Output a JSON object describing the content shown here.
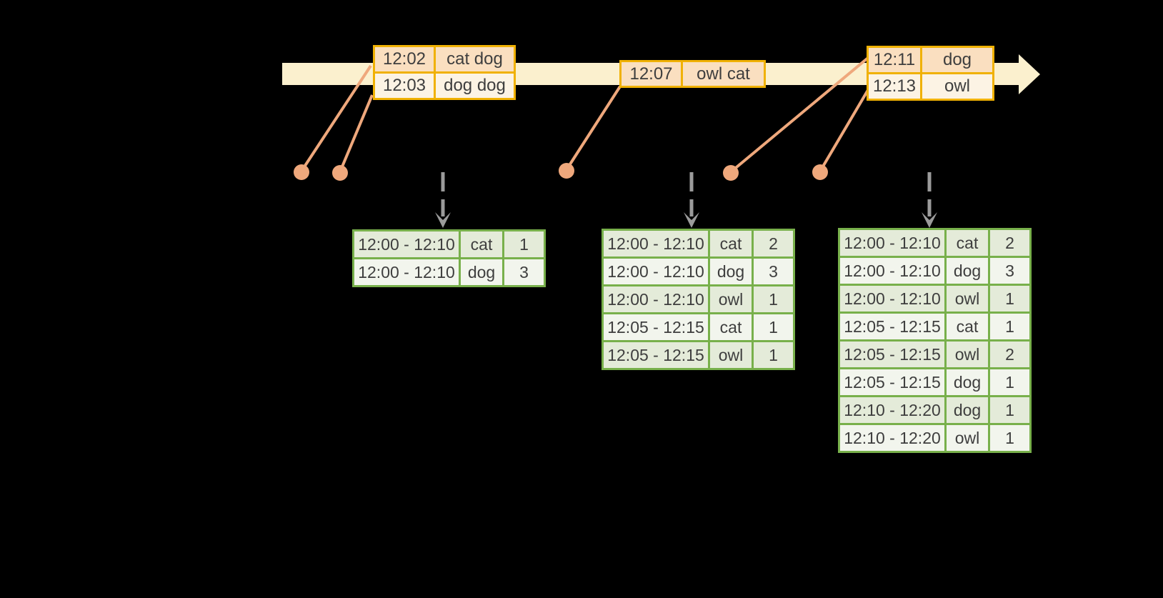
{
  "timeline": {
    "events": [
      {
        "rows": [
          {
            "time": "12:02",
            "words": "cat dog"
          },
          {
            "time": "12:03",
            "words": "dog dog"
          }
        ]
      },
      {
        "rows": [
          {
            "time": "12:07",
            "words": "owl cat"
          }
        ]
      },
      {
        "rows": [
          {
            "time": "12:11",
            "words": "dog"
          },
          {
            "time": "12:13",
            "words": "owl"
          }
        ]
      }
    ]
  },
  "result_tables": [
    {
      "rows": [
        {
          "window": "12:00 - 12:10",
          "word": "cat",
          "count": "1"
        },
        {
          "window": "12:00 - 12:10",
          "word": "dog",
          "count": "3"
        }
      ]
    },
    {
      "rows": [
        {
          "window": "12:00 - 12:10",
          "word": "cat",
          "count": "2"
        },
        {
          "window": "12:00 - 12:10",
          "word": "dog",
          "count": "3"
        },
        {
          "window": "12:00 - 12:10",
          "word": "owl",
          "count": "1"
        },
        {
          "window": "12:05 - 12:15",
          "word": "cat",
          "count": "1"
        },
        {
          "window": "12:05 - 12:15",
          "word": "owl",
          "count": "1"
        }
      ]
    },
    {
      "rows": [
        {
          "window": "12:00 - 12:10",
          "word": "cat",
          "count": "2"
        },
        {
          "window": "12:00 - 12:10",
          "word": "dog",
          "count": "3"
        },
        {
          "window": "12:00 - 12:10",
          "word": "owl",
          "count": "1"
        },
        {
          "window": "12:05 - 12:15",
          "word": "cat",
          "count": "1"
        },
        {
          "window": "12:05 - 12:15",
          "word": "owl",
          "count": "2"
        },
        {
          "window": "12:05 - 12:15",
          "word": "dog",
          "count": "1"
        },
        {
          "window": "12:10 - 12:20",
          "word": "dog",
          "count": "1"
        },
        {
          "window": "12:10 - 12:20",
          "word": "owl",
          "count": "1"
        }
      ]
    }
  ],
  "colors": {
    "background": "#000000",
    "timeline_arrow": "#FBF0CE",
    "event_box_border": "#F0B103",
    "event_row_peach": "#FADFC0",
    "event_row_cream": "#FCF3E4",
    "connector_salmon": "#EFA87C",
    "trigger_arrow_gray": "#9B9B9B",
    "result_table_border": "#78B04B",
    "result_row_dark": "#E4EBD9",
    "result_row_light": "#F2F5ED",
    "text": "#3E3E3E"
  }
}
